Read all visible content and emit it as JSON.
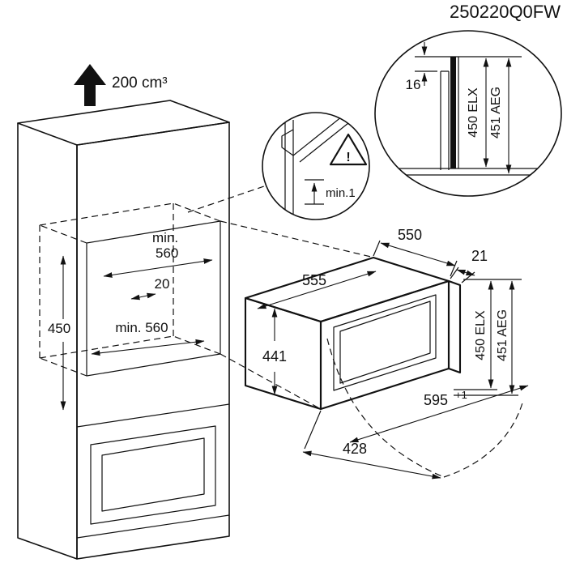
{
  "model_number": "250220Q0FW",
  "vent": {
    "volume_label": "200 cm³"
  },
  "niche_dims": {
    "min_width_line1": "min.",
    "min_width_line2": "560",
    "rear_gap": "20",
    "height": "450",
    "min_depth": "min. 560"
  },
  "hinge_detail": {
    "min_gap_label": "min.1",
    "warning_mark": "!"
  },
  "section_detail": {
    "front_offset": "16",
    "height_elx": "450 ELX",
    "height_aeg": "451 AEG"
  },
  "oven_dims": {
    "width": "555",
    "depth": "550",
    "door_thickness": "21",
    "height": "441",
    "niche_height_elx": "450 ELX",
    "niche_height_aeg": "451 AEG",
    "niche_width": "595",
    "niche_width_tolerance": "+1",
    "open_depth": "428"
  }
}
